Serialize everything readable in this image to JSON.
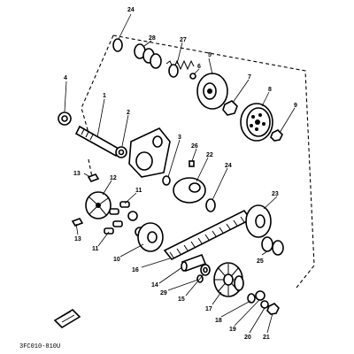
{
  "diagram": {
    "doc_code": "3FC010-810U",
    "labels": {
      "l1": "1",
      "l2": "2",
      "l3": "3",
      "l4": "4",
      "l5": "5",
      "l6": "6",
      "l7": "7",
      "l8": "8",
      "l9": "9",
      "l10": "10",
      "l11a": "11",
      "l11b": "11",
      "l12": "12",
      "l13a": "13",
      "l13b": "13",
      "l14": "14",
      "l15": "15",
      "l16": "16",
      "l17": "17",
      "l18": "18",
      "l19": "19",
      "l20": "20",
      "l21": "21",
      "l22": "22",
      "l23": "23",
      "l24a": "24",
      "l24b": "24",
      "l25": "25",
      "l26": "26",
      "l27": "27",
      "l28": "28",
      "l29": "29"
    }
  }
}
